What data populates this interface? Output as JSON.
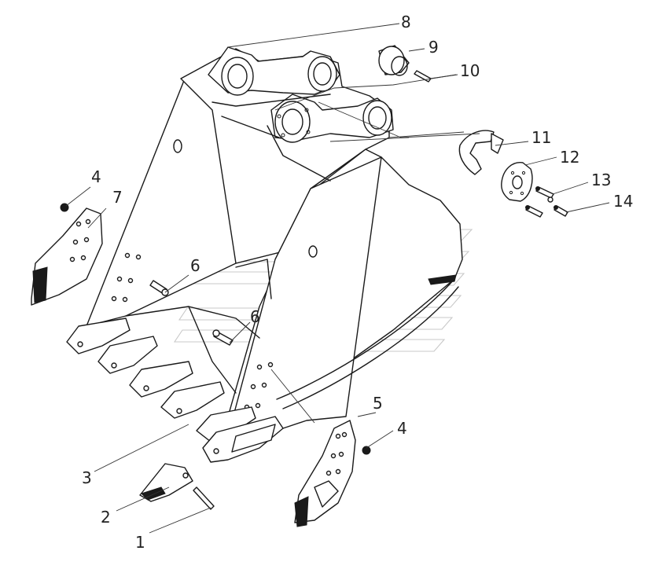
{
  "callouts": [
    {
      "id": "1",
      "label": "1"
    },
    {
      "id": "2",
      "label": "2"
    },
    {
      "id": "3",
      "label": "3"
    },
    {
      "id": "4a",
      "label": "4"
    },
    {
      "id": "4b",
      "label": "4"
    },
    {
      "id": "5",
      "label": "5"
    },
    {
      "id": "6a",
      "label": "6"
    },
    {
      "id": "6b",
      "label": "6"
    },
    {
      "id": "7",
      "label": "7"
    },
    {
      "id": "8",
      "label": "8"
    },
    {
      "id": "9",
      "label": "9"
    },
    {
      "id": "10",
      "label": "10"
    },
    {
      "id": "11",
      "label": "11"
    },
    {
      "id": "12",
      "label": "12"
    },
    {
      "id": "13",
      "label": "13"
    },
    {
      "id": "14",
      "label": "14"
    }
  ],
  "colors": {
    "line": "#1a1a1a",
    "watermark": "#c8c8c8",
    "background": "#ffffff"
  }
}
